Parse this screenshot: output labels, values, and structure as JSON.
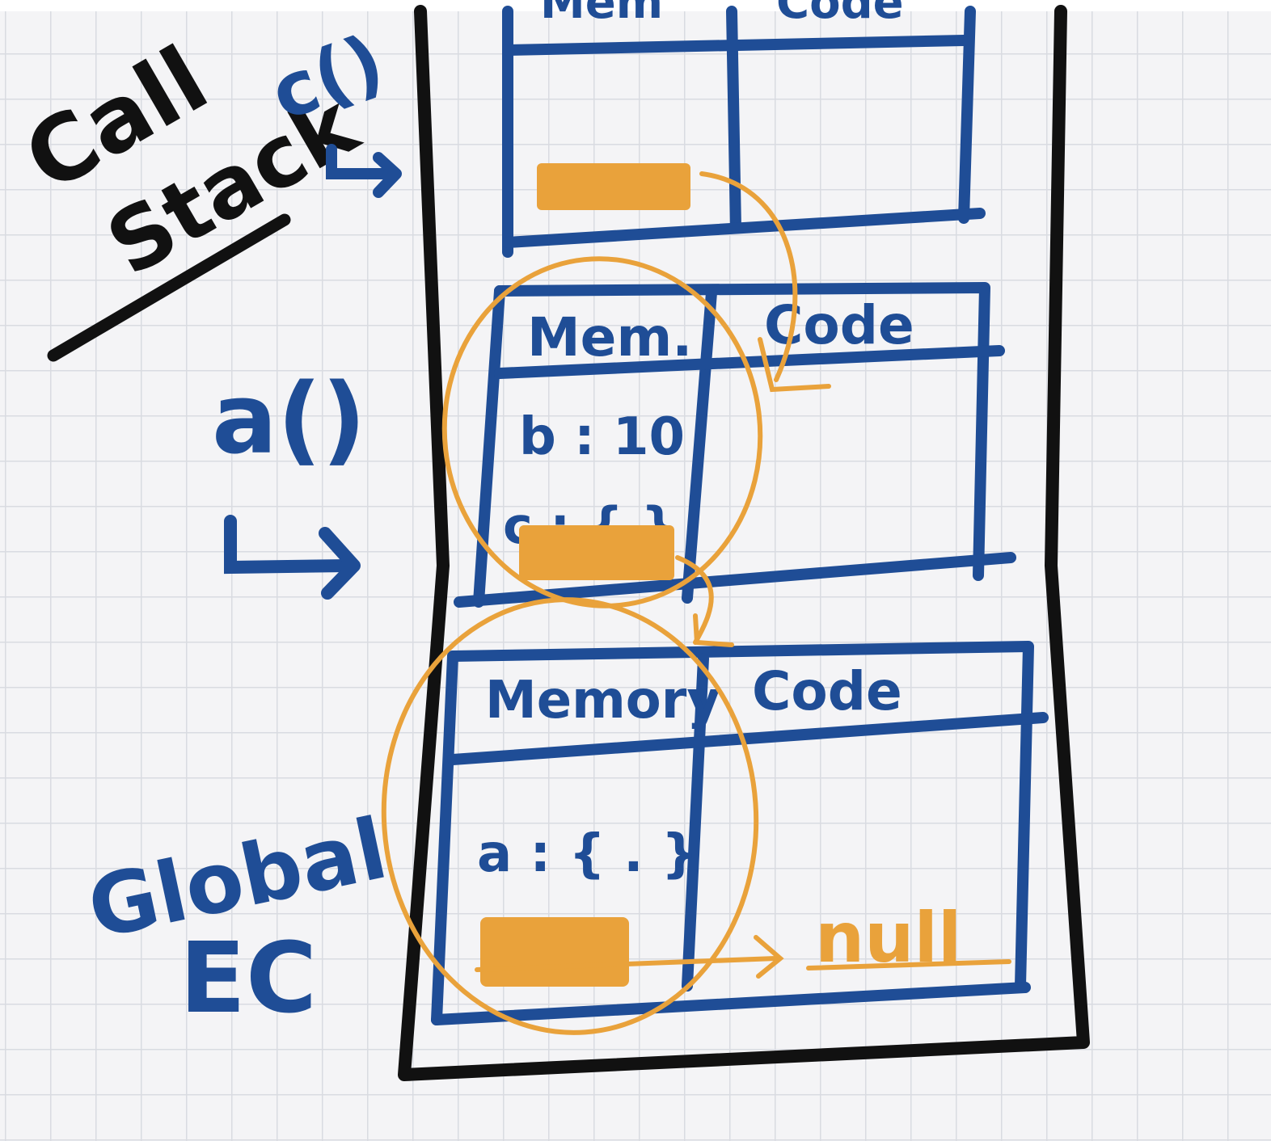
{
  "title": {
    "line1": "Call",
    "line2": "Stack"
  },
  "colors": {
    "ink_black": "#111111",
    "ink_blue": "#1f4d96",
    "ink_orange": "#e9a23b",
    "paper": "#f4f4f6",
    "grid": "#d9dbe1"
  },
  "stack_frames": [
    {
      "side_label": "c()",
      "mem_header": "Mem",
      "code_header": "Code",
      "memory": []
    },
    {
      "side_label": "a()",
      "mem_header": "Mem.",
      "code_header": "Code",
      "memory": [
        "b : 10",
        "c : { }"
      ]
    },
    {
      "side_label": "Global EC",
      "side_label_lines": [
        "Global",
        "EC"
      ],
      "mem_header": "Memory",
      "code_header": "Code",
      "memory": [
        "a : { . }"
      ]
    }
  ],
  "null_label": "null"
}
